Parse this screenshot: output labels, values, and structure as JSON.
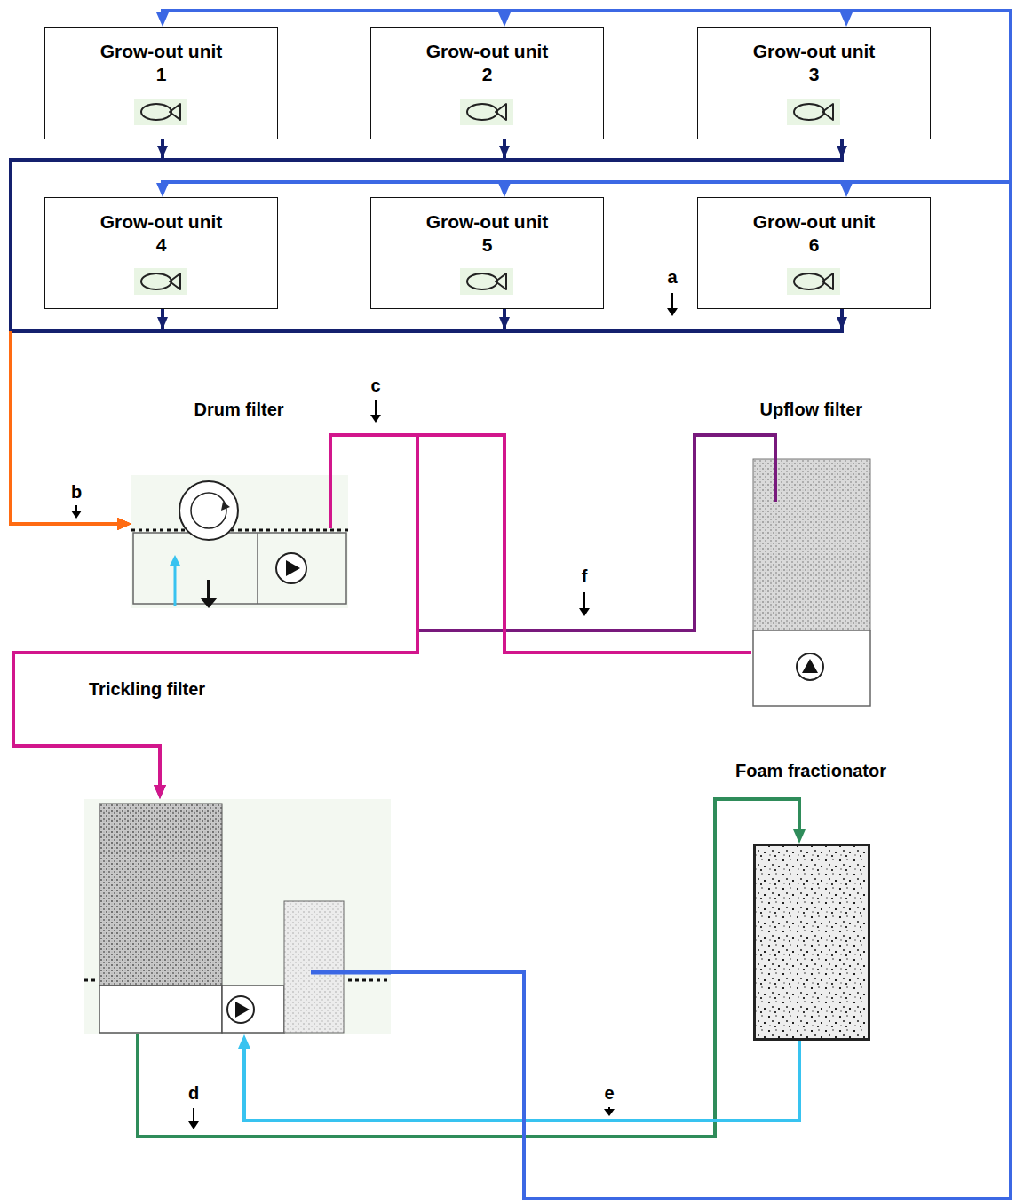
{
  "diagram": {
    "nodes": [
      {
        "text": [
          "Grow-out unit 1"
        ]
      },
      {
        "text": [
          "Grow-out unit 2"
        ]
      },
      {
        "text": [
          "Grow-out unit 3"
        ]
      },
      {
        "text": [
          "Grow-out unit 4"
        ]
      },
      {
        "text": [
          "Grow-out unit 5"
        ]
      },
      {
        "text": [
          "Grow-out unit 6"
        ]
      },
      {
        "text": [
          "Drum filter"
        ]
      },
      {
        "text": [
          "Upflow filter"
        ]
      },
      {
        "text": [
          "Trickling filter"
        ]
      },
      {
        "text": [
          "Foam fractionator"
        ]
      }
    ],
    "edges": [
      {
        "from": 0,
        "to": 6,
        "arrow": "to"
      },
      {
        "from": 1,
        "to": 6,
        "arrow": "to"
      },
      {
        "from": 2,
        "to": 6,
        "arrow": "to"
      },
      {
        "from": 3,
        "to": 6,
        "arrow": "to"
      },
      {
        "from": 4,
        "to": 6,
        "arrow": "to"
      },
      {
        "from": 5,
        "to": 6,
        "arrow": "to"
      },
      {
        "from": 6,
        "to": 7,
        "arrow": "none"
      },
      {
        "from": 6,
        "to": 8,
        "arrow": "to"
      },
      {
        "from": 7,
        "to": 8,
        "arrow": "to"
      },
      {
        "from": 8,
        "to": 9,
        "arrow": "to"
      },
      {
        "from": 9,
        "to": 8,
        "arrow": "to"
      },
      {
        "from": 8,
        "to": 0,
        "arrow": "to"
      },
      {
        "from": 8,
        "to": 1,
        "arrow": "to"
      },
      {
        "from": 8,
        "to": 2,
        "arrow": "to"
      },
      {
        "from": 8,
        "to": 3,
        "arrow": "to"
      },
      {
        "from": 8,
        "to": 4,
        "arrow": "to"
      },
      {
        "from": 8,
        "to": 5,
        "arrow": "to"
      }
    ],
    "labels": [
      "a",
      "c",
      "b",
      "f",
      "d",
      "e"
    ]
  }
}
